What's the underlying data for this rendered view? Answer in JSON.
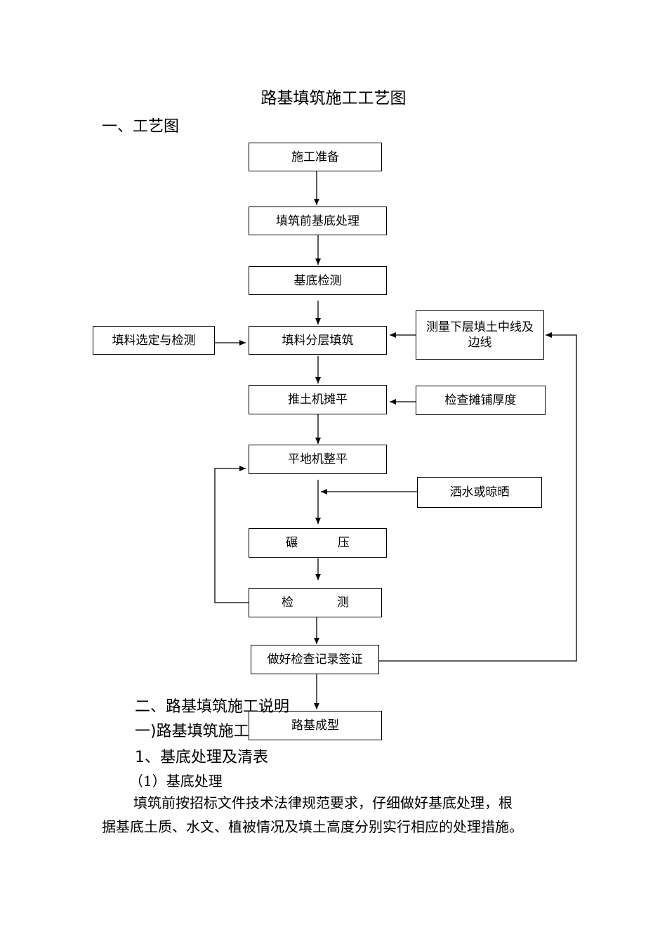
{
  "title": "路基填筑施工工艺图",
  "section1": "一、工艺图",
  "flow": {
    "prep": "施工准备",
    "base_treat": "填筑前基底处理",
    "base_check": "基底检测",
    "fill_layer": "填料分层填筑",
    "fill_select": "填料选定与检测",
    "measure": "测量下层填土中线及边线",
    "dozer": "推土机摊平",
    "thickness": "检查摊铺厚度",
    "grader": "平地机整平",
    "water": "洒水或晾晒",
    "roll_a": "碾",
    "roll_b": "压",
    "detect_a": "检",
    "detect_b": "测",
    "record": "做好检查记录签证",
    "final": "路基成型"
  },
  "section2": "二、路基填筑施工说明",
  "sub1": "一)路基填筑施工",
  "sub2": "1、基底处理及清表",
  "sub3": "（1）基底处理",
  "para_line1": "填筑前按招标文件技术法律规范要求，仔细做好基底处理，根",
  "para_line2": "据基底土质、水文、植被情况及填土高度分别实行相应的处理措施。"
}
